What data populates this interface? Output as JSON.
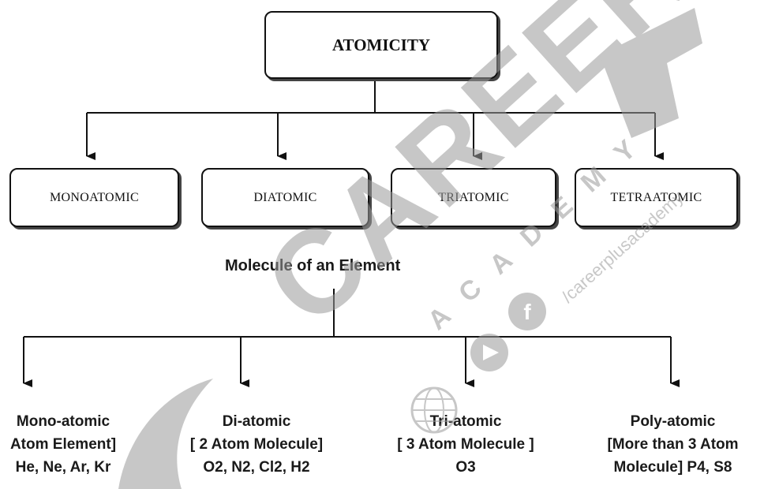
{
  "root": {
    "label": "ATOMICITY"
  },
  "categories": [
    {
      "label": "MONOATOMIC"
    },
    {
      "label": "DIATOMIC"
    },
    {
      "label": "TRIATOMIC"
    },
    {
      "label": "TETRAATOMIC"
    }
  ],
  "subtitle": "Molecule of an Element",
  "types": [
    {
      "title": "Mono-atomic",
      "desc": "Atom Element]",
      "examples": "He, Ne, Ar, Kr"
    },
    {
      "title": "Di-atomic",
      "desc": "[ 2 Atom Molecule]",
      "examples": "O2, N2, Cl2, H2"
    },
    {
      "title": "Tri-atomic",
      "desc": "[ 3 Atom Molecule ]",
      "examples": "O3"
    },
    {
      "title": "Poly-atomic",
      "desc": "[More than 3 Atom",
      "examples": "Molecule]  P4, S8"
    }
  ],
  "watermark": {
    "brand": "CAREER",
    "sub": "ACADEMY",
    "social": "/careerplusacademy",
    "color": "#9a9a9a"
  }
}
